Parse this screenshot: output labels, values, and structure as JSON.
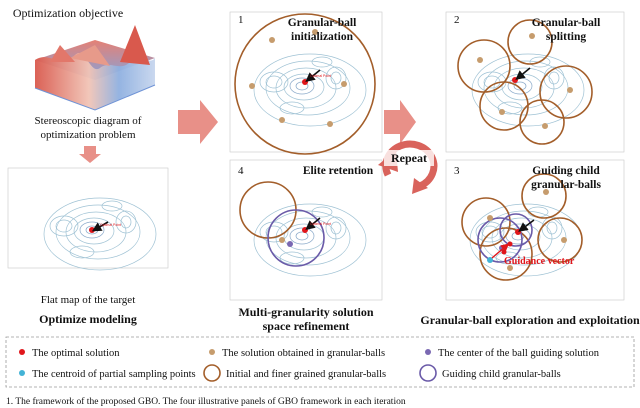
{
  "colors": {
    "optimal": "#e0161b",
    "solution": "#c69c6d",
    "guide_center": "#7a68b2",
    "centroid": "#43b3d6",
    "ball": "#a35e2a",
    "guide_ball": "#6a5aa8",
    "arrow": "#e89088",
    "repeat": "#d9635c"
  },
  "left": {
    "title": "Optimization objective",
    "stereo_caption_1": "Stereoscopic diagram of",
    "stereo_caption_2": "optimization problem",
    "flat_caption": "Flat map of the target",
    "heading": "Optimize modeling",
    "optimal_point_tiny": "Optimal Point"
  },
  "middle": {
    "p1_num": "1",
    "p1_title_1": "Granular-ball",
    "p1_title_2": "initialization",
    "p4_num": "4",
    "p4_title": "Elite retention",
    "heading_1": "Multi-granularity solution",
    "heading_2": "space refinement"
  },
  "repeat_label": "Repeat",
  "right": {
    "p2_num": "2",
    "p2_title_1": "Granular-ball",
    "p2_title_2": "splitting",
    "p3_num": "3",
    "p3_title_1": "Guiding child",
    "p3_title_2": "granular-balls",
    "guidance": "Guidance vector",
    "heading": "Granular-ball exploration and exploitation"
  },
  "legend": {
    "optimal": "The optimal solution",
    "solution": "The solution obtained in granular-balls",
    "guide_center": "The center of the ball guiding solution",
    "centroid": "The centroid of partial sampling points",
    "balls": "Initial and finer grained granular-balls",
    "guide_balls": "Guiding child granular-balls"
  },
  "footer": "1. The framework of the proposed GBO. The four illustrative panels of GBO framework in each iteration"
}
